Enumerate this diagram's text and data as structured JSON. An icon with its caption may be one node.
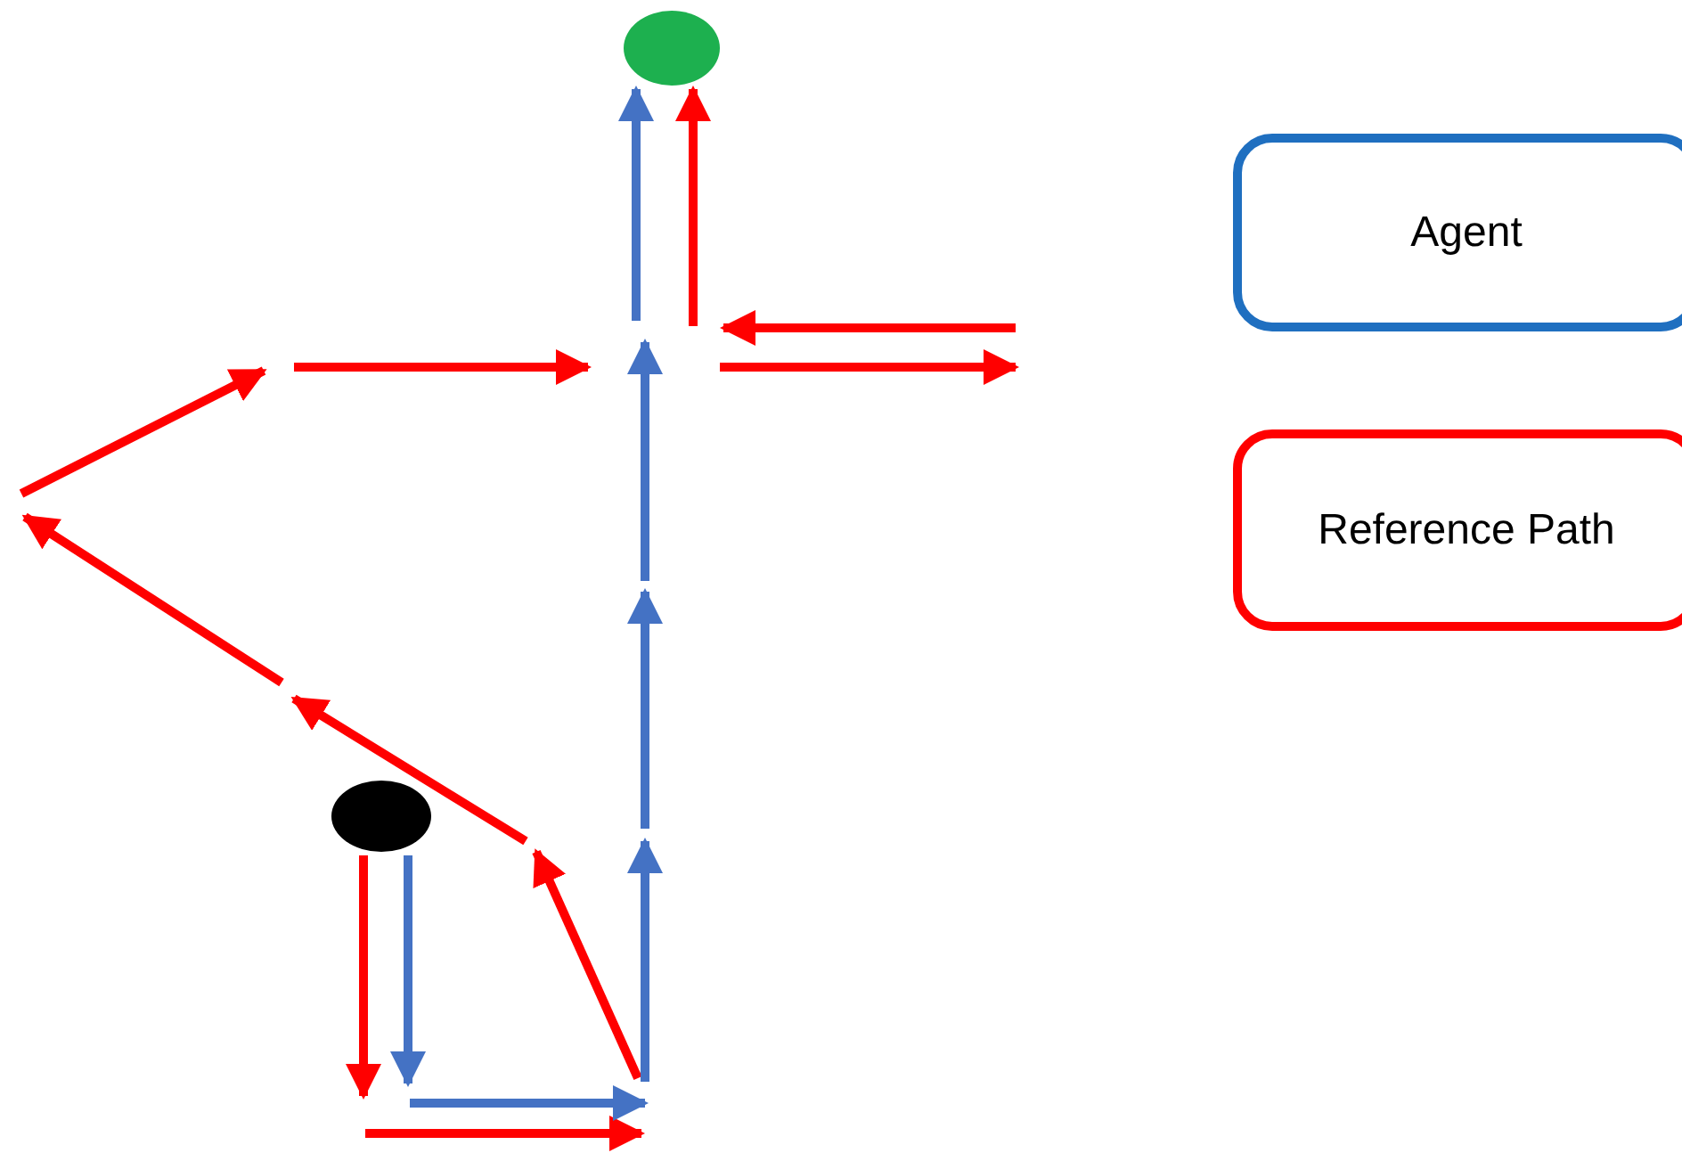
{
  "diagram": {
    "nodes": [
      {
        "text": [],
        "shape": "circle"
      },
      {
        "text": [],
        "shape": "circle"
      }
    ],
    "edges": [
      {
        "from": null,
        "to": 1,
        "arrow": "to",
        "color": "#4472c4"
      },
      {
        "from": null,
        "to": 1,
        "arrow": "to",
        "color": "#ff0000"
      },
      {
        "from": 0,
        "to": null,
        "arrow": "to",
        "color": "#ff0000"
      },
      {
        "from": 0,
        "to": null,
        "arrow": "to",
        "color": "#4472c4"
      }
    ],
    "legend": [
      {
        "text": "Agent",
        "color": "#1f6fc0"
      },
      {
        "text": "Reference Path",
        "color": "#ff0000"
      }
    ]
  }
}
